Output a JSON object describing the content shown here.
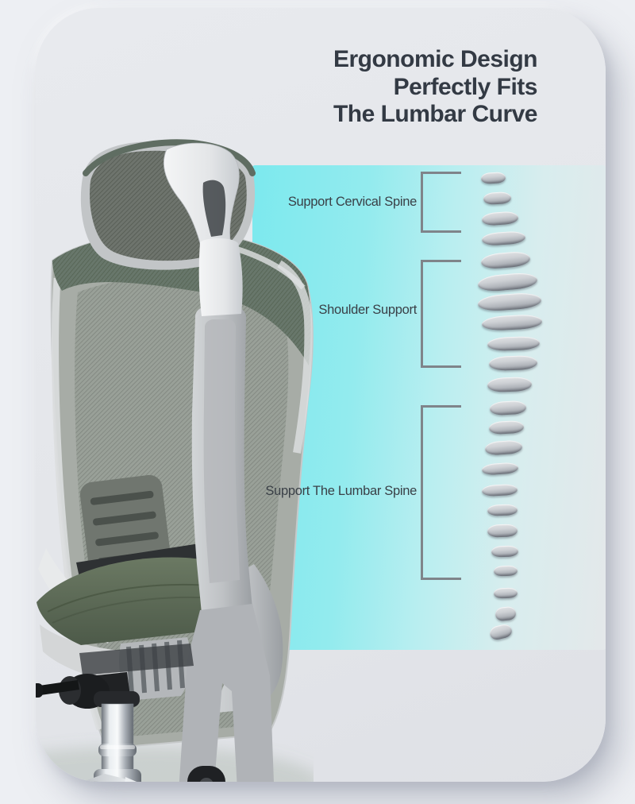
{
  "title": {
    "lines": [
      "Ergonomic Design",
      "Perfectly Fits",
      "The Lumbar Curve"
    ]
  },
  "annotations": [
    {
      "id": "cervical",
      "label": "Support Cervical Spine"
    },
    {
      "id": "shoulder",
      "label": "Shoulder Support"
    },
    {
      "id": "lumbar",
      "label": "Support The Lumbar Spine"
    }
  ],
  "spine_illustration": {
    "vertebra_count": 23
  },
  "colors": {
    "page_bg": "#edeff3",
    "card_bg": "#e4e6ea",
    "panel_cyan": "#7ce9ee",
    "panel_fade": "#e4e8ea",
    "title_text": "#333a44",
    "label_text": "#3a4047",
    "bracket": "#7f848a",
    "vertebra_light": "#dcdee1",
    "vertebra_dark": "#797d84",
    "chair_green": "#5e6b58",
    "chair_mesh": "#99a098",
    "chair_frame": "#c7cacc",
    "chrome": "#dfe3e7"
  }
}
